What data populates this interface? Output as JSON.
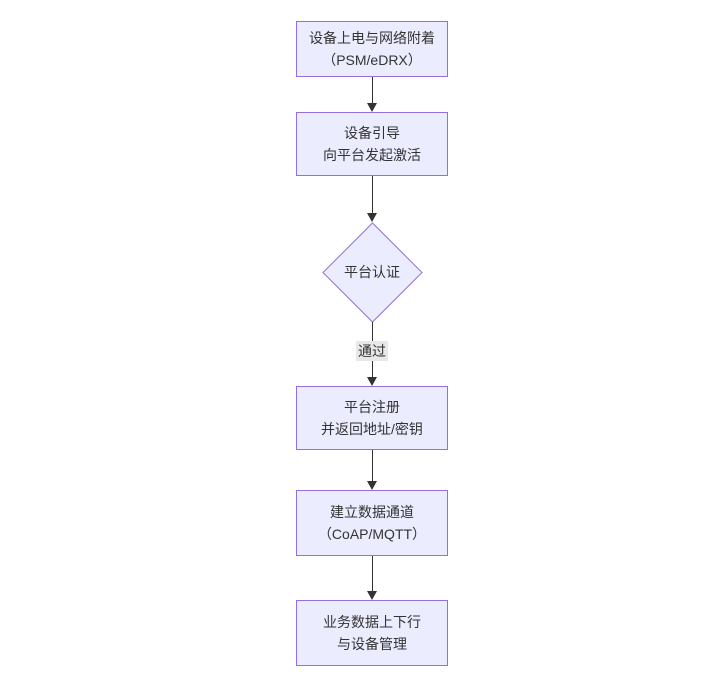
{
  "diagram": {
    "type": "flowchart-top-down",
    "colors": {
      "background": "#ffffff",
      "node_fill": "#ECECFF",
      "node_border": "#9370DB",
      "text": "#333333",
      "arrow": "#333333",
      "edge_label_bg": "#e8e8e8"
    },
    "nodes": [
      {
        "id": "A",
        "type": "rect",
        "lines": [
          "设备上电与网络附着",
          "（PSM/eDRX）"
        ]
      },
      {
        "id": "B",
        "type": "rect",
        "lines": [
          "设备引导",
          "向平台发起激活"
        ]
      },
      {
        "id": "C",
        "type": "diamond",
        "lines": [
          "平台认证"
        ]
      },
      {
        "id": "D",
        "type": "rect",
        "lines": [
          "平台注册",
          "并返回地址/密钥"
        ]
      },
      {
        "id": "E",
        "type": "rect",
        "lines": [
          "建立数据通道",
          "（CoAP/MQTT）"
        ]
      },
      {
        "id": "F",
        "type": "rect",
        "lines": [
          "业务数据上下行",
          "与设备管理"
        ]
      }
    ],
    "edges": [
      {
        "from": "A",
        "to": "B",
        "label": ""
      },
      {
        "from": "B",
        "to": "C",
        "label": ""
      },
      {
        "from": "C",
        "to": "D",
        "label": "通过"
      },
      {
        "from": "D",
        "to": "E",
        "label": ""
      },
      {
        "from": "E",
        "to": "F",
        "label": ""
      }
    ]
  }
}
